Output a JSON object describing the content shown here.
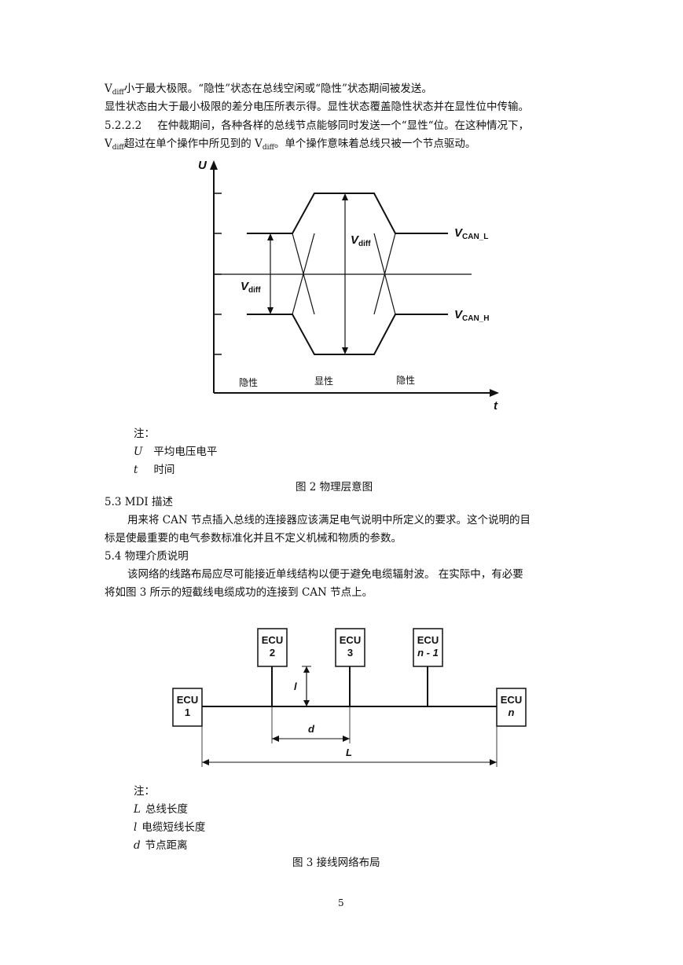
{
  "intro": {
    "line1_a": "V",
    "line1_sub": "diff",
    "line1_b": "小于最大极限。“隐性”状态在总线空闲或“隐性”状态期间被发送。",
    "line2": "显性状态由大于最小极限的差分电压所表示得。显性状态覆盖隐性状态并在显性位中传输。",
    "line3_num": "5.2.2.2",
    "line3_text": "在仲裁期间，各种各样的总线节点能够同时发送一个“显性“位。在这种情况下，",
    "line4_a": "V",
    "line4_sub": "diff",
    "line4_b": "超过在单个操作中所见到的 V",
    "line4_sub2": "diff",
    "line4_c": "。单个操作意味着总线只被一个节点驱动。"
  },
  "figure2": {
    "axis_y": "U",
    "axis_x": "t",
    "vdiff_left": "V",
    "vdiff_left_sub": "diff",
    "vdiff_center": "V",
    "vdiff_center_sub": "diff",
    "vcan_l": "V",
    "vcan_l_sub": "CAN_L",
    "vcan_h": "V",
    "vcan_h_sub": "CAN_H",
    "state_left": "隐性",
    "state_mid": "显性",
    "state_right": "隐性",
    "note_title": "注：",
    "note_u_sym": "U",
    "note_u_text": "平均电压电平",
    "note_t_sym": "t",
    "note_t_text": "时间",
    "caption": "图 2  物理层意图"
  },
  "section53": {
    "heading": "5.3  MDI 描述",
    "para1": "用来将 CAN 节点插入总线的连接器应该满足电气说明中所定义的要求。这个说明的目",
    "para2": "标是使最重要的电气参数标准化并且不定义机械和物质的参数。"
  },
  "section54": {
    "heading": "5.4  物理介质说明",
    "para1": "该网络的线路布局应尽可能接近单线结构以便于避免电缆辐射波。 在实际中，有必要",
    "para2": "将如图 3 所示的短截线电缆成功的连接到 CAN 节点上。"
  },
  "figure3": {
    "ecu1_a": "ECU",
    "ecu1_b": "1",
    "ecu2_a": "ECU",
    "ecu2_b": "2",
    "ecu3_a": "ECU",
    "ecu3_b": "3",
    "ecun1_a": "ECU",
    "ecun1_b": "n - 1",
    "ecun_a": "ECU",
    "ecun_b": "n",
    "dim_l": "l",
    "dim_d": "d",
    "dim_L": "L",
    "note_title": "注：",
    "note_L_sym": "L",
    "note_L_text": "总线长度",
    "note_l_sym": "l",
    "note_l_text": "电缆短线长度",
    "note_d_sym": "d",
    "note_d_text": "节点距离",
    "caption": "图 3  接线网络布局"
  },
  "page_number": "5"
}
